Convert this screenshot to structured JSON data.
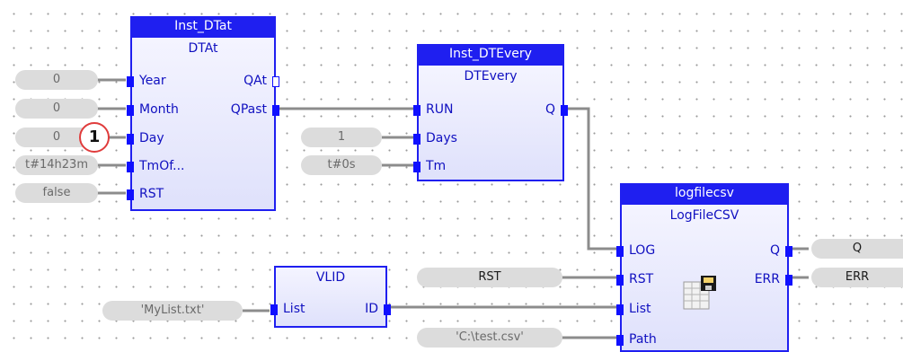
{
  "blocks": {
    "dtat": {
      "instance": "Inst_DTat",
      "type": "DTAt",
      "inputs": [
        "Year",
        "Month",
        "Day",
        "TmOf...",
        "RST"
      ],
      "outputs": [
        "QAt",
        "QPast"
      ]
    },
    "dtevery": {
      "instance": "Inst_DTEvery",
      "type": "DTEvery",
      "inputs": [
        "RUN",
        "Days",
        "Tm"
      ],
      "outputs": [
        "Q"
      ]
    },
    "logfilecsv": {
      "instance": "logfilecsv",
      "type": "LogFileCSV",
      "inputs": [
        "LOG",
        "RST",
        "List",
        "Path"
      ],
      "outputs": [
        "Q",
        "ERR"
      ],
      "icon": "floppy-disk-table-icon"
    },
    "vlid": {
      "type": "VLID",
      "inputs": [
        "List"
      ],
      "outputs": [
        "ID"
      ]
    }
  },
  "variables": {
    "year": "0",
    "month": "0",
    "day": "0",
    "tmof": "t#14h23m",
    "rst": "false",
    "days": "1",
    "tm": "t#0s",
    "list_file": "'MyList.txt'",
    "rst_var": "RST",
    "path": "'C:\\test.csv'",
    "out_q": "Q",
    "out_err": "ERR"
  },
  "marker": {
    "label": "1",
    "color": "#e03c3c"
  },
  "colors": {
    "block_border": "#1f1ff0",
    "block_header": "#1f1ff0",
    "pin_text": "#1010c0",
    "wire": "#8c8c8c",
    "variable_bg": "#dcdcdc"
  }
}
